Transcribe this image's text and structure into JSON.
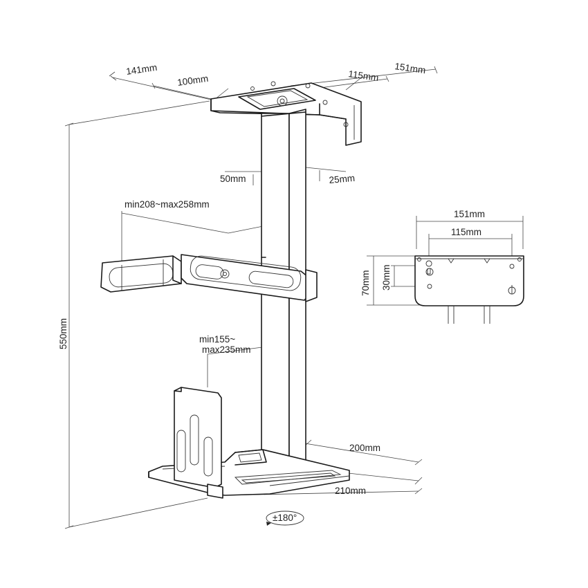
{
  "labels": {
    "top_left_outer": "141mm",
    "top_left_inner": "100mm",
    "top_right_outer": "151mm",
    "top_right_inner": "115mm",
    "column_left": "50mm",
    "column_right": "25mm",
    "clamp_width": "min208~max258mm",
    "overall_height": "550mm",
    "height_range_line1": "min155~",
    "height_range_line2": "max235mm",
    "base_depth": "200mm",
    "base_width": "210mm",
    "rotation": "±180°",
    "plate_width_outer": "151mm",
    "plate_width_inner": "115mm",
    "plate_height_outer": "70mm",
    "plate_height_inner": "30mm"
  }
}
